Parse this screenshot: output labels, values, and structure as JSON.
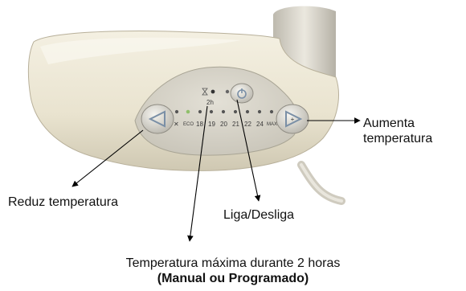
{
  "labels": {
    "increase_line1": "Aumenta",
    "increase_line2": "temperatura",
    "decrease": "Reduz temperatura",
    "power": "Liga/Desliga",
    "max_temp_line1": "Temperatura máxima durante 2 horas",
    "max_temp_line2": "(Manual ou Programado)"
  },
  "panel": {
    "two_hour_label": "2h",
    "scale": [
      "✕",
      "ECO",
      "18",
      "19",
      "20",
      "21",
      "22",
      "24",
      "MAX"
    ]
  },
  "colors": {
    "body": "#ece6d3",
    "panel": "#d9d6cb",
    "button_icon": "#7a8fa6",
    "arrow": "#000000"
  }
}
